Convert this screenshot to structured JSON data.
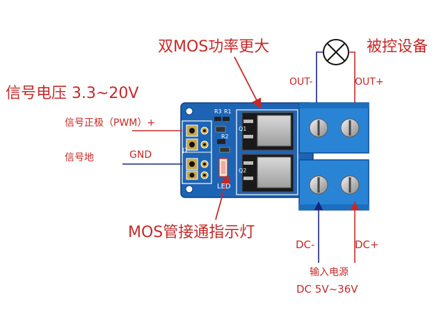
{
  "labels": {
    "title_main": "双MOS功率更大",
    "controlled_device": "被控设备",
    "signal_voltage": "信号电压 3.3~20V",
    "signal_positive": "信号正极（PWM）+",
    "signal_ground": "信号地",
    "gnd": "GND",
    "mos_led": "MOS管接通指示灯",
    "out_minus": "OUT-",
    "out_plus": "OUT+",
    "dc_minus": "DC-",
    "dc_plus": "DC+",
    "input_power": "输入电源",
    "input_range": "DC 5V~36V"
  },
  "board": {
    "silkscreen": {
      "r3": "R3",
      "r1": "R1",
      "q1": "Q1",
      "q2": "Q2",
      "r2": "R2",
      "j1": "J1",
      "led": "LED"
    }
  },
  "colors": {
    "pcb": "#1e64b4",
    "terminal": "#2a84d6",
    "label_red": "#c62828",
    "line_blue": "#1a237e"
  }
}
